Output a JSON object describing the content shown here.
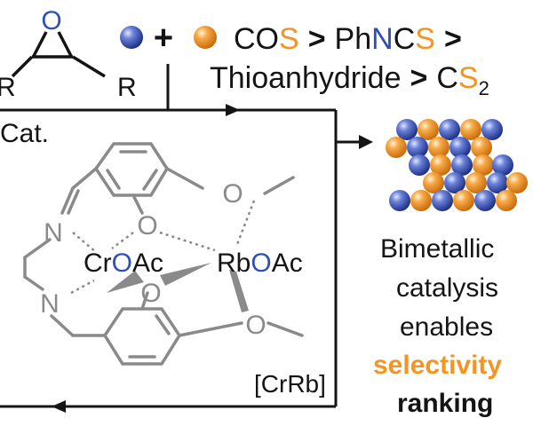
{
  "header": {
    "plus": "+",
    "cos_c": "CO",
    "cos_s": "S",
    "gt1": ">",
    "phncs_a": "Ph",
    "phncs_n": "N",
    "phncs_b": "C",
    "phncs_s": "S",
    "gt2": ">",
    "thio": "Thioanhydride",
    "gt3": ">",
    "cs_c": "C",
    "cs_s": "S",
    "cs_sub": "2"
  },
  "epoxide": {
    "oxygen": "O",
    "r_left": "R",
    "r_right": "R"
  },
  "catalyst": {
    "cat_label": "Cat.",
    "n_top": "N",
    "n_bottom": "N",
    "o_top": "O",
    "o_bottom": "O",
    "o_right_top": "O",
    "o_right_bottom": "O",
    "cr": "Cr",
    "cr_o": "O",
    "cr_ac": "Ac",
    "rb": "Rb",
    "rb_o": "O",
    "rb_ac": "Ac",
    "name": "[CrRb]"
  },
  "result": {
    "line1": "Bimetallic",
    "line2": "catalysis",
    "line3": "enables",
    "line4": "selectivity",
    "line5": "ranking"
  },
  "colors": {
    "blue": "#2f4fb5",
    "orange": "#f39423",
    "black": "#141414",
    "gray": "#8a8a8a"
  }
}
